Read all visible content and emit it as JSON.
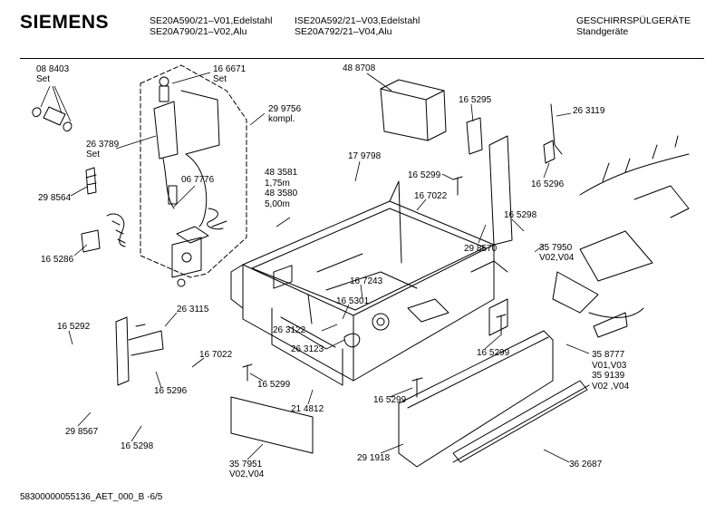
{
  "header": {
    "brand": "SIEMENS",
    "models_col1": [
      "SE20A590/21–V01,Edelstahl",
      "SE20A790/21–V02,Alu"
    ],
    "models_col2": [
      "ISE20A592/21–V03,Edelstahl",
      "SE20A792/21–V04,Alu"
    ],
    "category": [
      "GESCHIRRSPÜLGERÄTE",
      "Standgeräte"
    ]
  },
  "parts": [
    {
      "id": "p-088403",
      "lines": [
        "08 8403",
        "Set"
      ]
    },
    {
      "id": "p-166671",
      "lines": [
        "16 6671",
        "Set"
      ]
    },
    {
      "id": "p-299756",
      "lines": [
        "29 9756",
        "kompl."
      ]
    },
    {
      "id": "p-488708",
      "lines": [
        "48 8708"
      ]
    },
    {
      "id": "p-165295",
      "lines": [
        "16 5295"
      ]
    },
    {
      "id": "p-263119",
      "lines": [
        "26 3119"
      ]
    },
    {
      "id": "p-263789",
      "lines": [
        "26 3789",
        "Set"
      ]
    },
    {
      "id": "p-067776",
      "lines": [
        "06 7776"
      ]
    },
    {
      "id": "p-298564",
      "lines": [
        "29 8564"
      ]
    },
    {
      "id": "p-483581",
      "lines": [
        "48 3581",
        "1,75m",
        "48 3580",
        "5,00m"
      ]
    },
    {
      "id": "p-179798",
      "lines": [
        "17 9798"
      ]
    },
    {
      "id": "p-165299a",
      "lines": [
        "16 5299"
      ]
    },
    {
      "id": "p-165296a",
      "lines": [
        "16 5296"
      ]
    },
    {
      "id": "p-167022a",
      "lines": [
        "16 7022"
      ]
    },
    {
      "id": "p-165298a",
      "lines": [
        "16 5298"
      ]
    },
    {
      "id": "p-298570",
      "lines": [
        "29 8570"
      ]
    },
    {
      "id": "p-357950",
      "lines": [
        "35 7950",
        "V02,V04"
      ]
    },
    {
      "id": "p-165286",
      "lines": [
        "16 5286"
      ]
    },
    {
      "id": "p-167243",
      "lines": [
        "16 7243"
      ]
    },
    {
      "id": "p-165301",
      "lines": [
        "16 5301"
      ]
    },
    {
      "id": "p-165292",
      "lines": [
        "16 5292"
      ]
    },
    {
      "id": "p-263115",
      "lines": [
        "26 3115"
      ]
    },
    {
      "id": "p-263122",
      "lines": [
        "26 3122"
      ]
    },
    {
      "id": "p-263123",
      "lines": [
        "26 3123"
      ]
    },
    {
      "id": "p-167022b",
      "lines": [
        "16 7022"
      ]
    },
    {
      "id": "p-165299b",
      "lines": [
        "16 5299"
      ]
    },
    {
      "id": "p-165296b",
      "lines": [
        "16 5296"
      ]
    },
    {
      "id": "p-165299c",
      "lines": [
        "16 5299"
      ]
    },
    {
      "id": "p-358777",
      "lines": [
        "35 8777",
        "V01,V03",
        "35 9139",
        "V02 ,V04"
      ]
    },
    {
      "id": "p-165299d",
      "lines": [
        "16 5299"
      ]
    },
    {
      "id": "p-214812",
      "lines": [
        "21 4812"
      ]
    },
    {
      "id": "p-298567",
      "lines": [
        "29 8567"
      ]
    },
    {
      "id": "p-165298b",
      "lines": [
        "16 5298"
      ]
    },
    {
      "id": "p-357951",
      "lines": [
        "35 7951",
        "V02,V04"
      ]
    },
    {
      "id": "p-291918",
      "lines": [
        "29 1918"
      ]
    },
    {
      "id": "p-362687",
      "lines": [
        "36 2687"
      ]
    }
  ],
  "footer": "58300000055136_AET_000_B -6/5"
}
